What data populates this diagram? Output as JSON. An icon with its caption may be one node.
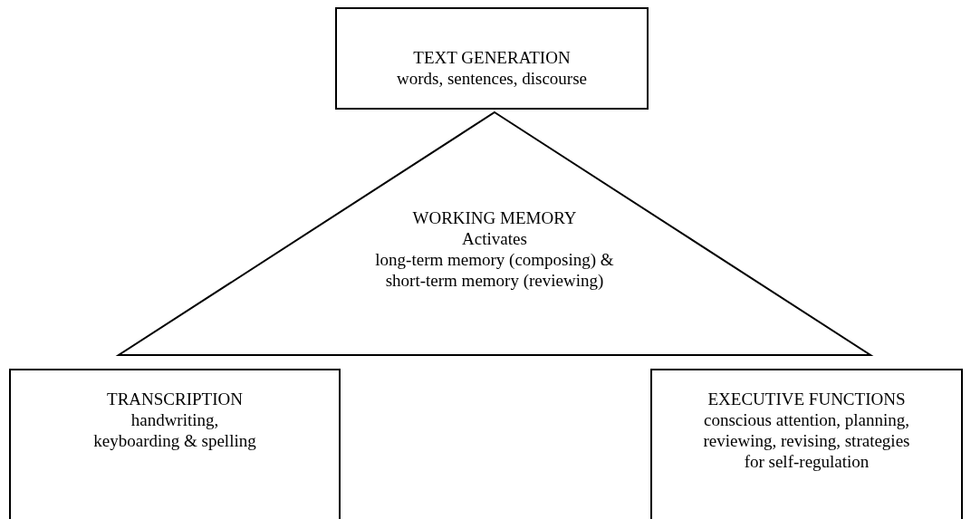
{
  "diagram": {
    "nodes": [
      {
        "text": [
          "TEXT GENERATION",
          "words, sentences, discourse"
        ]
      },
      {
        "text": [
          "WORKING MEMORY",
          "Activates",
          "long-term memory (composing) & short-term memory (reviewing)"
        ]
      },
      {
        "text": [
          "TRANSCRIPTION",
          "handwriting, keyboarding & spelling"
        ]
      },
      {
        "text": [
          "EXECUTIVE FUNCTIONS",
          "conscious attention, planning, reviewing, revising, strategies for self-regulation"
        ]
      }
    ],
    "edges": []
  }
}
